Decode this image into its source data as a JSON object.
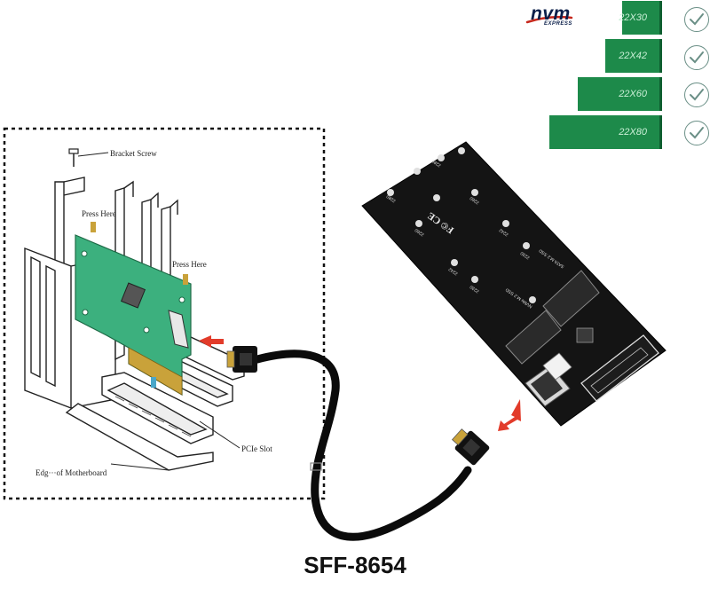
{
  "diagram": {
    "title": "SFF-8654",
    "labels": {
      "bracket_screw": "Bracket Screw",
      "press_here_top": "Press Here",
      "press_here_right": "Press Here",
      "pcie_slot": "PCIe Slot",
      "motherboard_edge": "Edg···of Motherboard"
    },
    "logo": {
      "brand": "nvm",
      "sub": "EXPRESS"
    },
    "sizes": [
      "22X30",
      "22X42",
      "22X60",
      "22X80"
    ],
    "adapter_labels": [
      "2280",
      "2280",
      "2260",
      "2260",
      "2242",
      "2242",
      "2230",
      "2230",
      "SATA M.2 SSD",
      "NVMe M.2 SSD"
    ],
    "colors": {
      "pcb_green": "#3cb07e",
      "card_green": "#1d8a4a",
      "arrow_red": "#e23b2a",
      "adapter_black": "#141414",
      "check_teal": "#6a8f86"
    },
    "icons": [
      "checkmark-icon",
      "red-arrow-icon",
      "nvm-express-logo"
    ]
  }
}
